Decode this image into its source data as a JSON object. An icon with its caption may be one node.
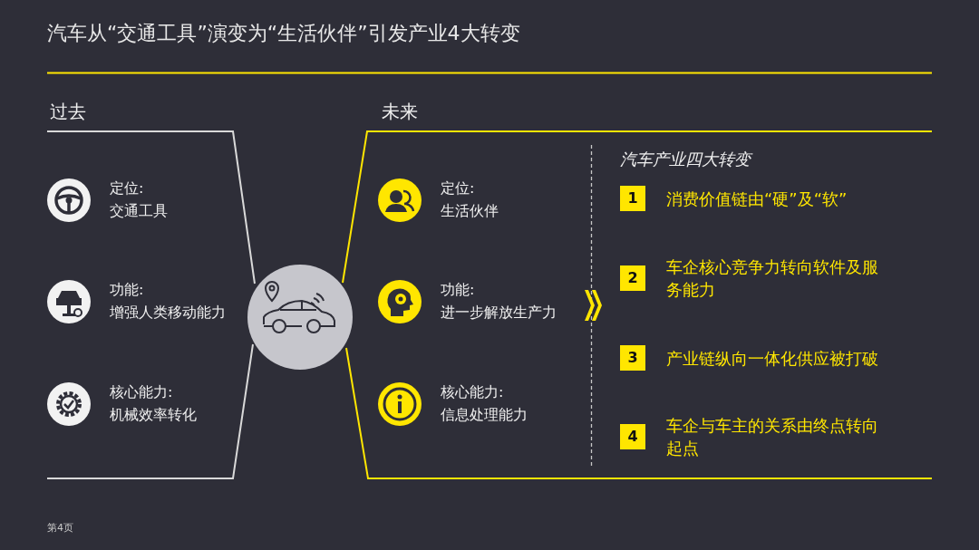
{
  "diagram": {
    "title": "汽车从“交通工具”演变为“生活伙伴”引发产业4大转变",
    "nodes": [
      {
        "text": [
          "过去"
        ]
      },
      {
        "text": [
          "定位:",
          "交通工具"
        ],
        "in": 0
      },
      {
        "text": [
          "功能:",
          "增强人类移动能力"
        ],
        "in": 0
      },
      {
        "text": [
          "核心能力:",
          "机械效率转化"
        ],
        "in": 0
      },
      {
        "text": [],
        "shape": "circle"
      },
      {
        "text": [
          "未来"
        ]
      },
      {
        "text": [
          "定位:",
          "生活伙伴"
        ],
        "in": 5
      },
      {
        "text": [
          "功能:",
          "进一步解放生产力"
        ],
        "in": 5
      },
      {
        "text": [
          "核心能力:",
          "信息处理能力"
        ],
        "in": 5
      },
      {
        "text": [
          "1"
        ],
        "beside": [
          "消费价值链由“硬”及“软”"
        ],
        "in": 5
      },
      {
        "text": [
          "2"
        ],
        "beside": [
          "车企核心竞争力转向软件及服务能力"
        ],
        "in": 5
      },
      {
        "text": [
          "3"
        ],
        "beside": [
          "产业链纵向一体化供应被打破"
        ],
        "in": 5
      },
      {
        "text": [
          "4"
        ],
        "beside": [
          "车企与车主的关系由终点转向起点"
        ],
        "in": 5
      }
    ],
    "labels": [
      "汽车产业四大转变",
      "第4页"
    ]
  }
}
